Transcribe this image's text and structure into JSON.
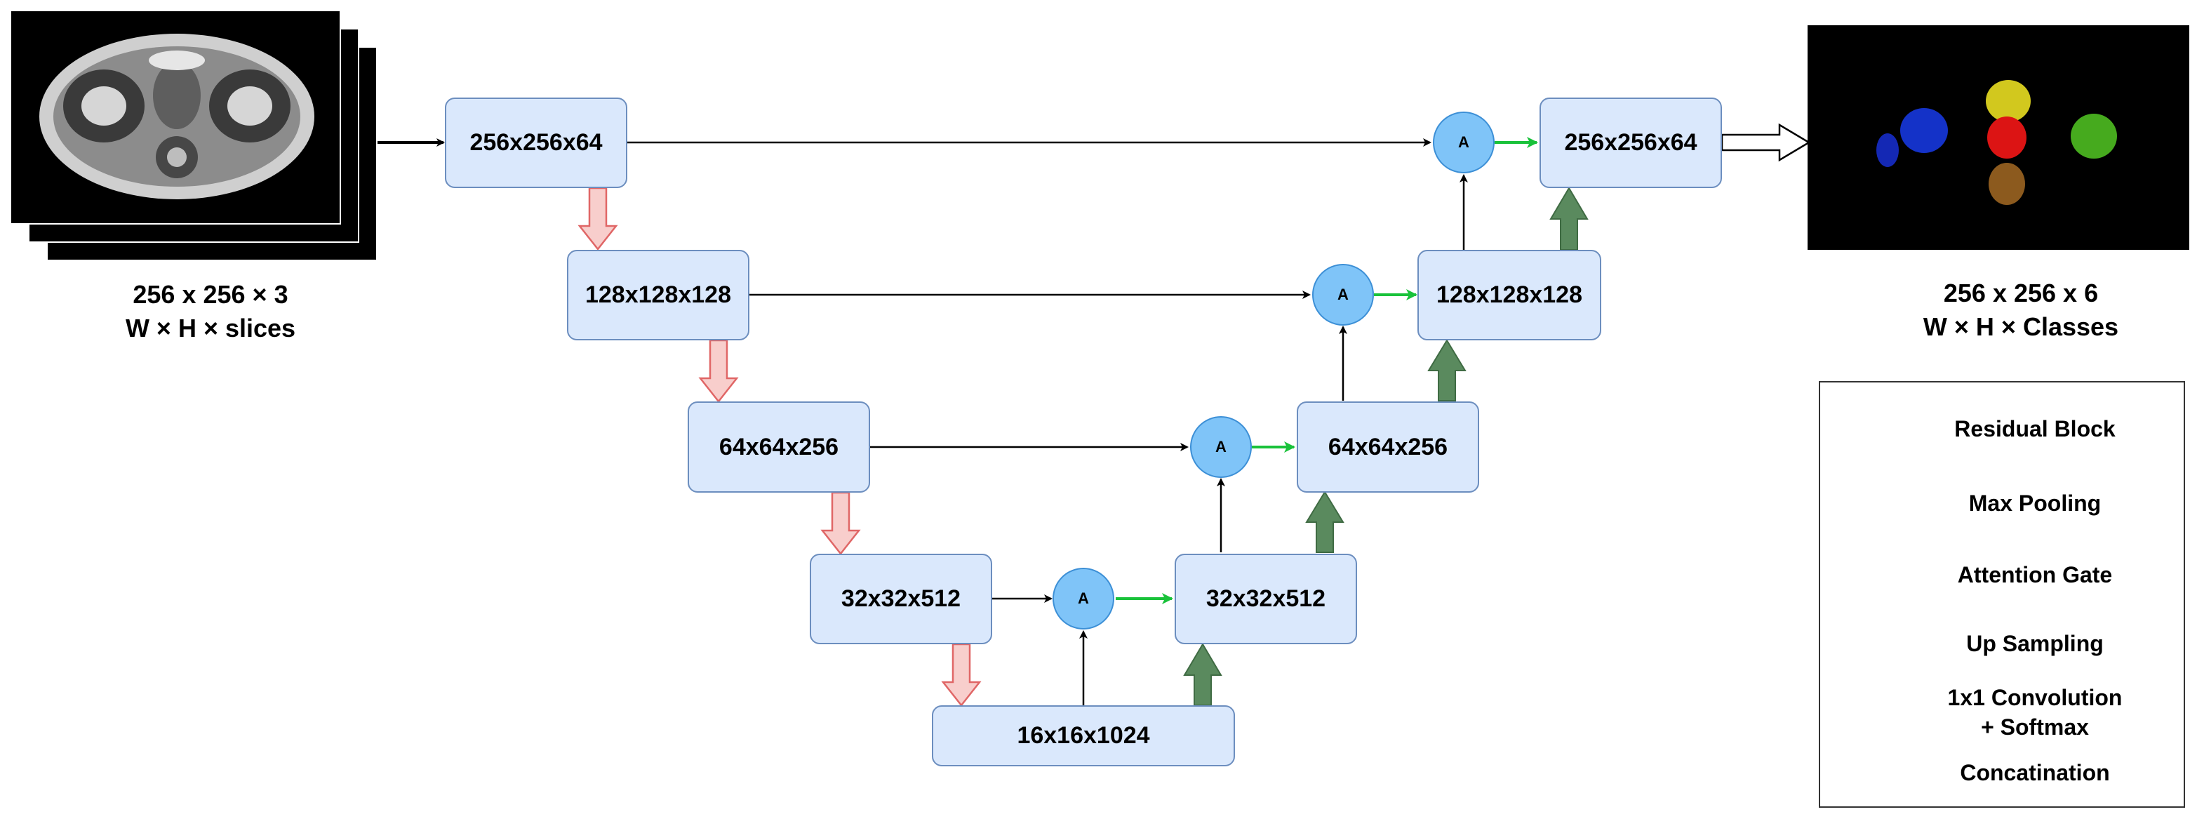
{
  "diagram": {
    "input_caption": {
      "line1": "256 x 256 × 3",
      "line2": "W × H × slices"
    },
    "output_caption": {
      "line1": "256 x 256 x 6",
      "line2": "W × H × Classes"
    },
    "gate_label": "A",
    "encoder": [
      {
        "id": "enc1",
        "label": "256x256x64"
      },
      {
        "id": "enc2",
        "label": "128x128x128"
      },
      {
        "id": "enc3",
        "label": "64x64x256"
      },
      {
        "id": "enc4",
        "label": "32x32x512"
      }
    ],
    "bottleneck": {
      "label": "16x16x1024"
    },
    "decoder": [
      {
        "id": "dec4",
        "label": "32x32x512"
      },
      {
        "id": "dec3",
        "label": "64x64x256"
      },
      {
        "id": "dec2",
        "label": "128x128x128"
      },
      {
        "id": "dec1",
        "label": "256x256x64"
      }
    ],
    "output_segmentation_colors": {
      "background": "#000000",
      "blue": "#1432c8",
      "yellow": "#d2c81e",
      "red": "#dc1414",
      "green": "#46aa1e",
      "brown": "#8c5a1e"
    }
  },
  "legend": {
    "items": [
      {
        "label": "Residual Block"
      },
      {
        "label": "Max Pooling"
      },
      {
        "label": "Attention Gate"
      },
      {
        "label": "Up Sampling"
      },
      {
        "label_line1": "1x1 Convolution",
        "label_line2": "+ Softmax"
      },
      {
        "label": "Concatination"
      }
    ]
  },
  "colors": {
    "block_fill": "#dae8fc",
    "block_stroke": "#6c8ebf",
    "gate_fill": "#7fc4f8",
    "maxpool_fill": "#f8cecc",
    "maxpool_stroke": "#e06666",
    "upsample_fill": "#5a8a5e",
    "concat_green": "#19c23a",
    "line": "#000000"
  }
}
